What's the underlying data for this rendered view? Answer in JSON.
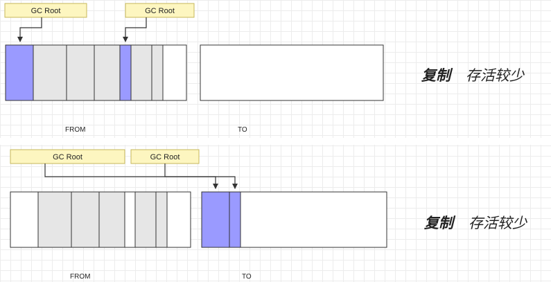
{
  "gc_root_label": "GC Root",
  "from_label": "FROM",
  "to_label": "TO",
  "caption_bold": "复制",
  "caption_text": "存活较少",
  "colors": {
    "live": "#9a9aff",
    "garbage": "#e6e6e6",
    "empty": "#ffffff",
    "gc_root_fill": "#fdf6c0",
    "gc_root_border": "#c6b75a"
  }
}
